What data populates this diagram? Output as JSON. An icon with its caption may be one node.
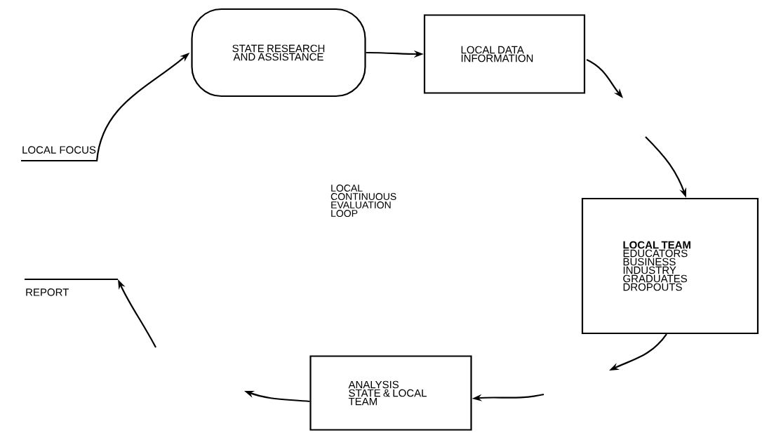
{
  "diagram": {
    "nodes": [
      {
        "text": [
          "LOCAL FOCUS"
        ]
      },
      {
        "text": [
          "STATE RESEARCH AND ASSISTANCE"
        ]
      },
      {
        "text": [
          "LOCAL DATA INFORMATION"
        ]
      },
      {
        "text": [
          "LOCAL TEAM",
          "EDUCATORS BUSINESS INDUSTRY GRADUATES DROPOUTS"
        ]
      },
      {
        "text": [
          "ANALYSIS STATE & LOCAL TEAM"
        ]
      },
      {
        "text": [
          "REPORT"
        ]
      }
    ],
    "edges": [
      {
        "from": 0,
        "to": 1,
        "arrow": "to"
      },
      {
        "from": 1,
        "to": 2,
        "arrow": "to"
      },
      {
        "from": 2,
        "to": null,
        "arrow": "to"
      },
      {
        "from": null,
        "to": 3,
        "arrow": "to"
      },
      {
        "from": 3,
        "to": null,
        "arrow": "to"
      },
      {
        "from": null,
        "to": 4,
        "arrow": "to"
      },
      {
        "from": 4,
        "to": null,
        "arrow": "to"
      },
      {
        "from": null,
        "to": 5,
        "arrow": "to"
      }
    ],
    "labels": [
      "LOCAL CONTINUOUS EVALUATION LOOP"
    ]
  }
}
